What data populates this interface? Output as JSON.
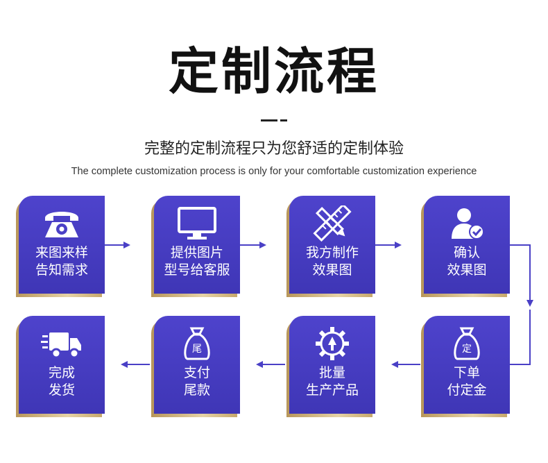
{
  "header": {
    "title": "定制流程",
    "subtitle": "完整的定制流程只为您舒适的定制体验",
    "subtitle_en": "The complete customization process is only for your comfortable customization experience"
  },
  "colors": {
    "card": "#4a40c6",
    "gold": "#d6bd86",
    "connector": "#4a40c6"
  },
  "steps": [
    {
      "line1": "来图来样",
      "line2": "告知需求",
      "icon": "telephone-icon"
    },
    {
      "line1": "提供图片",
      "line2": "型号给客服",
      "icon": "monitor-icon"
    },
    {
      "line1": "我方制作",
      "line2": "效果图",
      "icon": "ruler-pencil-icon"
    },
    {
      "line1": "确认",
      "line2": "效果图",
      "icon": "user-check-icon"
    },
    {
      "line1": "下单",
      "line2": "付定金",
      "icon": "deposit-bag-icon",
      "icon_text": "定"
    },
    {
      "line1": "批量",
      "line2": "生产产品",
      "icon": "gear-icon"
    },
    {
      "line1": "支付",
      "line2": "尾款",
      "icon": "balance-bag-icon",
      "icon_text": "尾"
    },
    {
      "line1": "完成",
      "line2": "发货",
      "icon": "delivery-truck-icon"
    }
  ]
}
